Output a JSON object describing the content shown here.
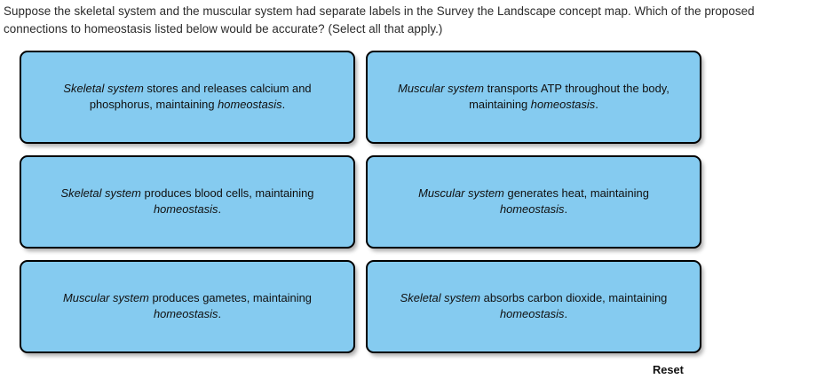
{
  "question": {
    "prompt": "Suppose the skeletal system and the muscular system had separate labels in the Survey the Landscape concept map. Which of the proposed connections to homeostasis listed below would be accurate? (Select all that apply.)"
  },
  "choices": [
    {
      "id": "choice-1",
      "segments": [
        {
          "text": "Skeletal system",
          "italic": true
        },
        {
          "text": " stores and releases calcium and phosphorus, maintaining ",
          "italic": false
        },
        {
          "text": "homeostasis",
          "italic": true
        },
        {
          "text": ".",
          "italic": false
        }
      ],
      "plain": "Skeletal system stores and releases calcium and phosphorus, maintaining homeostasis."
    },
    {
      "id": "choice-2",
      "segments": [
        {
          "text": "Muscular system",
          "italic": true
        },
        {
          "text": " transports ATP throughout the body, maintaining ",
          "italic": false
        },
        {
          "text": "homeostasis",
          "italic": true
        },
        {
          "text": ".",
          "italic": false
        }
      ],
      "plain": "Muscular system transports ATP throughout the body, maintaining homeostasis."
    },
    {
      "id": "choice-3",
      "segments": [
        {
          "text": "Skeletal system",
          "italic": true
        },
        {
          "text": " produces blood cells, maintaining ",
          "italic": false
        },
        {
          "text": "homeostasis",
          "italic": true
        },
        {
          "text": ".",
          "italic": false
        }
      ],
      "plain": "Skeletal system produces blood cells, maintaining homeostasis."
    },
    {
      "id": "choice-4",
      "segments": [
        {
          "text": "Muscular system",
          "italic": true
        },
        {
          "text": " generates heat, maintaining ",
          "italic": false
        },
        {
          "text": "homeostasis",
          "italic": true
        },
        {
          "text": ".",
          "italic": false
        }
      ],
      "plain": "Muscular system generates heat, maintaining homeostasis."
    },
    {
      "id": "choice-5",
      "segments": [
        {
          "text": "Muscular system",
          "italic": true
        },
        {
          "text": " produces gametes, maintaining ",
          "italic": false
        },
        {
          "text": "homeostasis",
          "italic": true
        },
        {
          "text": ".",
          "italic": false
        }
      ],
      "plain": "Muscular system produces gametes, maintaining homeostasis."
    },
    {
      "id": "choice-6",
      "segments": [
        {
          "text": "Skeletal system",
          "italic": true
        },
        {
          "text": " absorbs carbon dioxide, maintaining ",
          "italic": false
        },
        {
          "text": "homeostasis",
          "italic": true
        },
        {
          "text": ".",
          "italic": false
        }
      ],
      "plain": "Skeletal system absorbs carbon dioxide, maintaining homeostasis."
    }
  ],
  "controls": {
    "reset_label": "Reset"
  },
  "colors": {
    "card_fill": "#85cbf0",
    "card_border": "#000000",
    "page_background": "#ffffff",
    "text": "#101010"
  }
}
